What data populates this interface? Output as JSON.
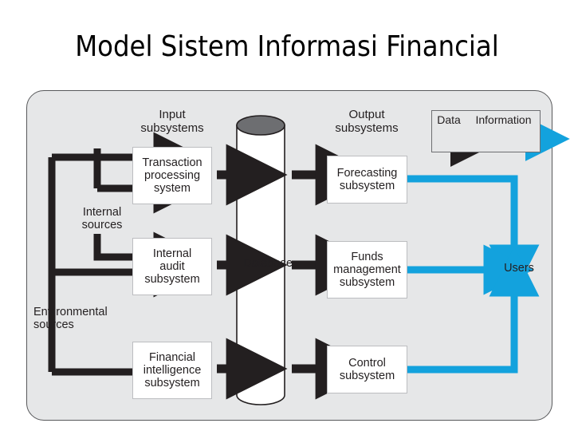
{
  "page": {
    "title": "Model Sistem Informasi Financial"
  },
  "diagram": {
    "column_headers": {
      "input": {
        "line1": "Input",
        "line2": "subsystems"
      },
      "output": {
        "line1": "Output",
        "line2": "subsystems"
      }
    },
    "source_labels": {
      "internal": {
        "line1": "Internal",
        "line2": "sources"
      },
      "environmental": {
        "line1": "Environmental",
        "line2": "sources"
      }
    },
    "input_subsystems": [
      {
        "line1": "Transaction",
        "line2": "processing",
        "line3": "system"
      },
      {
        "line1": "Internal",
        "line2": "audit",
        "line3": "subsystem"
      },
      {
        "line1": "Financial",
        "line2": "intelligence",
        "line3": "subsystem"
      }
    ],
    "database": {
      "label": "Database"
    },
    "output_subsystems": [
      {
        "line1": "Forecasting",
        "line2": "subsystem",
        "line3": ""
      },
      {
        "line1": "Funds",
        "line2": "management",
        "line3": "subsystem"
      },
      {
        "line1": "Control",
        "line2": "subsystem",
        "line3": ""
      }
    ],
    "users": {
      "label": "Users"
    },
    "legend": {
      "data_label": "Data",
      "information_label": "Information"
    },
    "colors": {
      "frame_fill": "#e6e7e8",
      "frame_stroke": "#58595b",
      "data_arrow": "#231f20",
      "information_arrow": "#13a2dd",
      "box_fill": "#ffffff",
      "box_stroke": "#bcbdc0",
      "cylinder_top": "#6d6e71",
      "text": "#231f20"
    }
  }
}
